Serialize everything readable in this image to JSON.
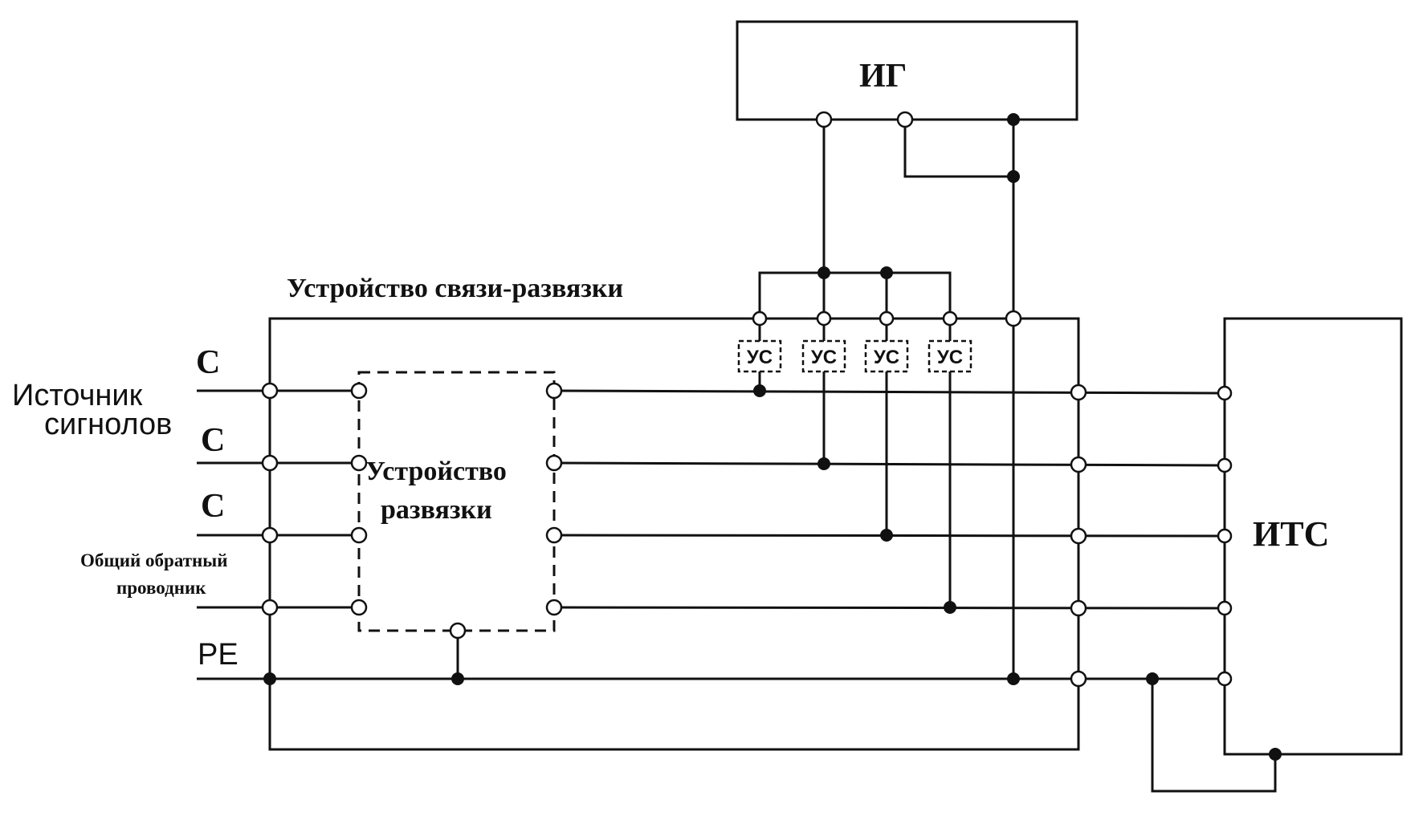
{
  "labels": {
    "generator": "ИГ",
    "coupling_device": "Устройство связи-развязки",
    "source_line1": "Источник",
    "source_line2": "сигнолов",
    "c1": "C",
    "c2": "C",
    "c3": "C",
    "common_return_line1": "Общий обратный",
    "common_return_line2": "проводник",
    "pe": "PE",
    "isolation_line1": "Устройство",
    "isolation_line2": "развязки",
    "equipment": "ИТС",
    "us": "УС"
  }
}
